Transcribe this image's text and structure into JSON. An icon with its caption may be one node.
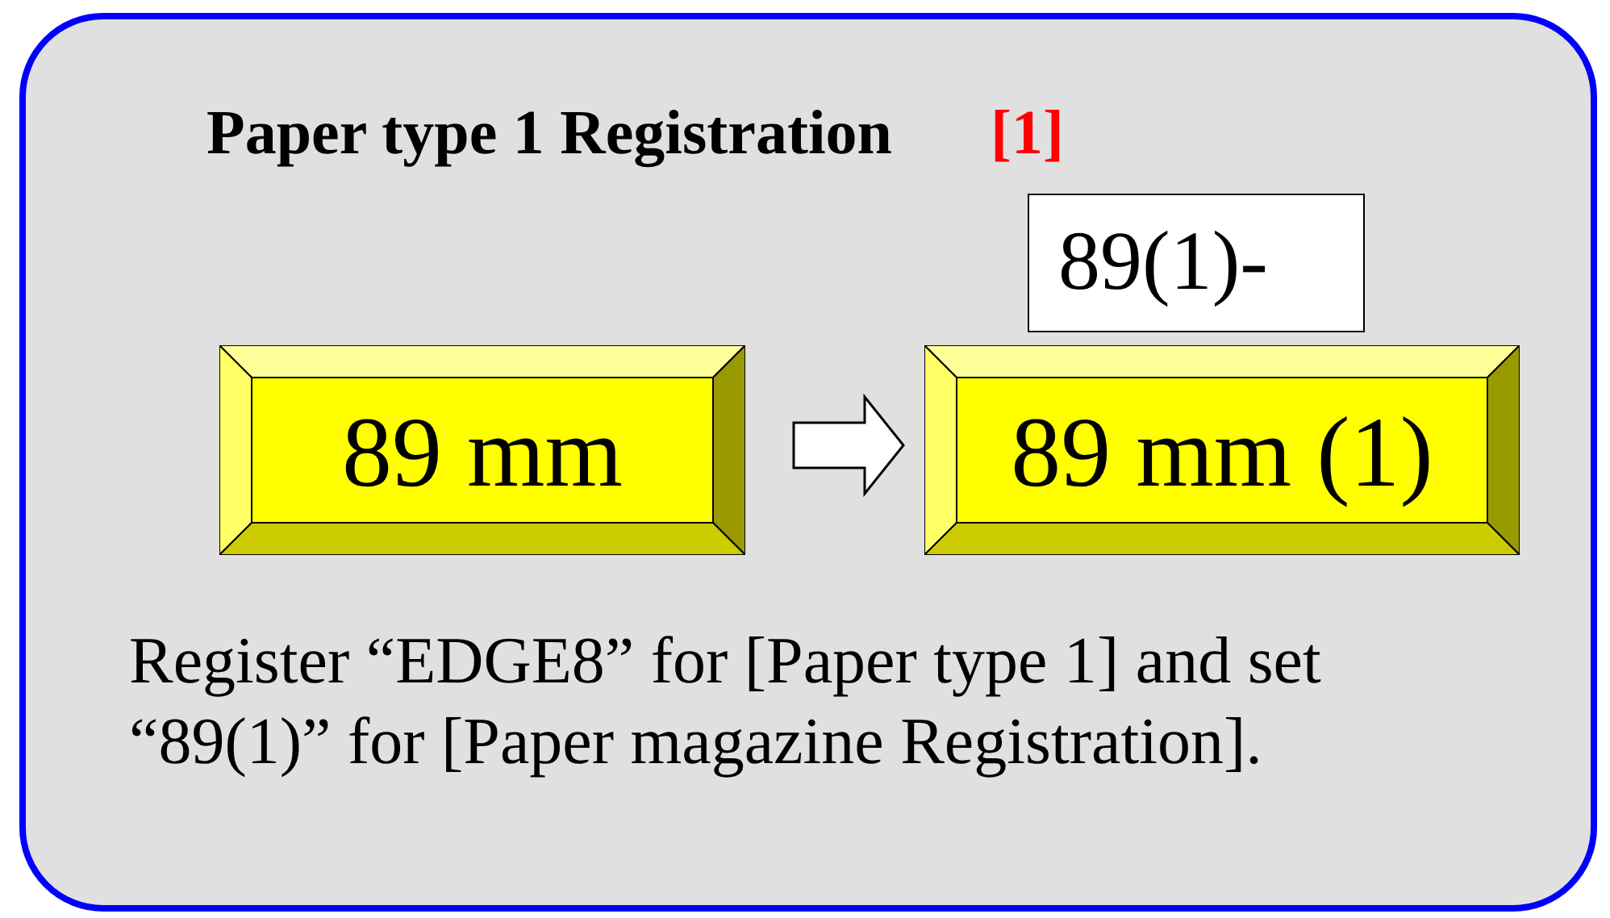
{
  "diagram": {
    "nodes": [
      {
        "text": [
          "Paper type 1 Registration",
          "[1]",
          "Register “EDGE8” for [Paper type 1] and set “89(1)” for [Paper magazine Registration]."
        ]
      },
      {
        "text": [
          "89 mm"
        ],
        "in": 0
      },
      {
        "text": [
          "89 mm (1)"
        ],
        "in": 0
      },
      {
        "text": [
          "89(1)-"
        ],
        "in": 0
      }
    ],
    "edges": [
      {
        "from": 1,
        "to": 2,
        "arrow": "to"
      }
    ]
  }
}
